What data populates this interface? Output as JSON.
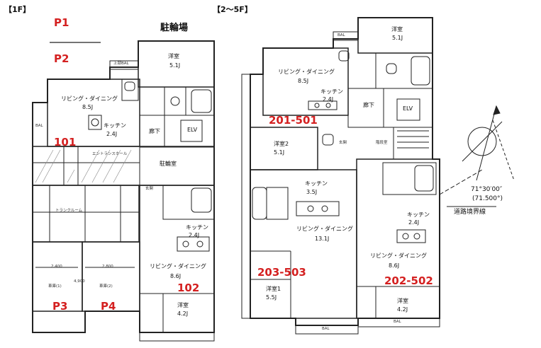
{
  "headers": {
    "floor1": "【1F】",
    "floor25": "【2～5F】"
  },
  "title": "駐輪場",
  "units": {
    "p1": "P1",
    "p2": "P2",
    "u101": "101",
    "p3": "P3",
    "p4": "P4",
    "u102": "102",
    "u201": "201-501",
    "u203": "203-503",
    "u202": "202-502"
  },
  "rooms1f": {
    "western": "洋室",
    "western_size": "5.1J",
    "ld": "リビング・ダイニング",
    "ld_size": "8.5J",
    "kitchen": "キッチン",
    "kitchen_size": "2.4J",
    "corridor": "廊下",
    "elv": "ELV",
    "entrance_hall": "エントランスホール",
    "hall": "駐輪室",
    "trunk": "トランクルーム",
    "garage1": "車庫(1)",
    "garage2": "車庫(2)",
    "dim1": "2,400",
    "dim2": "2,800",
    "dim3": "4,900",
    "genkan": "玄関",
    "k102": "キッチン",
    "k102_size": "2.4J",
    "ld102": "リビング・ダイニング",
    "ld102_size": "8.6J",
    "w102": "洋室",
    "w102_size": "4.2J",
    "bal": "BAL",
    "upper_bal": "上部BAL"
  },
  "rooms25": {
    "western_top": "洋室",
    "western_top_size": "5.1J",
    "ld": "リビング・ダイニング",
    "ld_size": "8.5J",
    "kitchen": "キッチン",
    "kitchen_size": "2.4J",
    "corridor": "廊下",
    "elv": "ELV",
    "genkan": "玄関",
    "stair": "階段室",
    "western2": "洋室2",
    "western2_size": "5.1J",
    "kitchen_mid": "キッチン",
    "kitchen_mid_size": "3.5J",
    "ld_mid": "リビング・ダイニング",
    "ld_mid_size": "13.1J",
    "western1": "洋室1",
    "western1_size": "5.5J",
    "kitchen_r": "キッチン",
    "kitchen_r_size": "2.4J",
    "ld_r": "リビング・ダイニング",
    "ld_r_size": "8.6J",
    "western_r": "洋室",
    "western_r_size": "4.2J",
    "bal": "BAL"
  },
  "compass": {
    "angle_deg": "71°30′00″",
    "angle_dec": "(71.500°)",
    "boundary": "道路境界線"
  }
}
